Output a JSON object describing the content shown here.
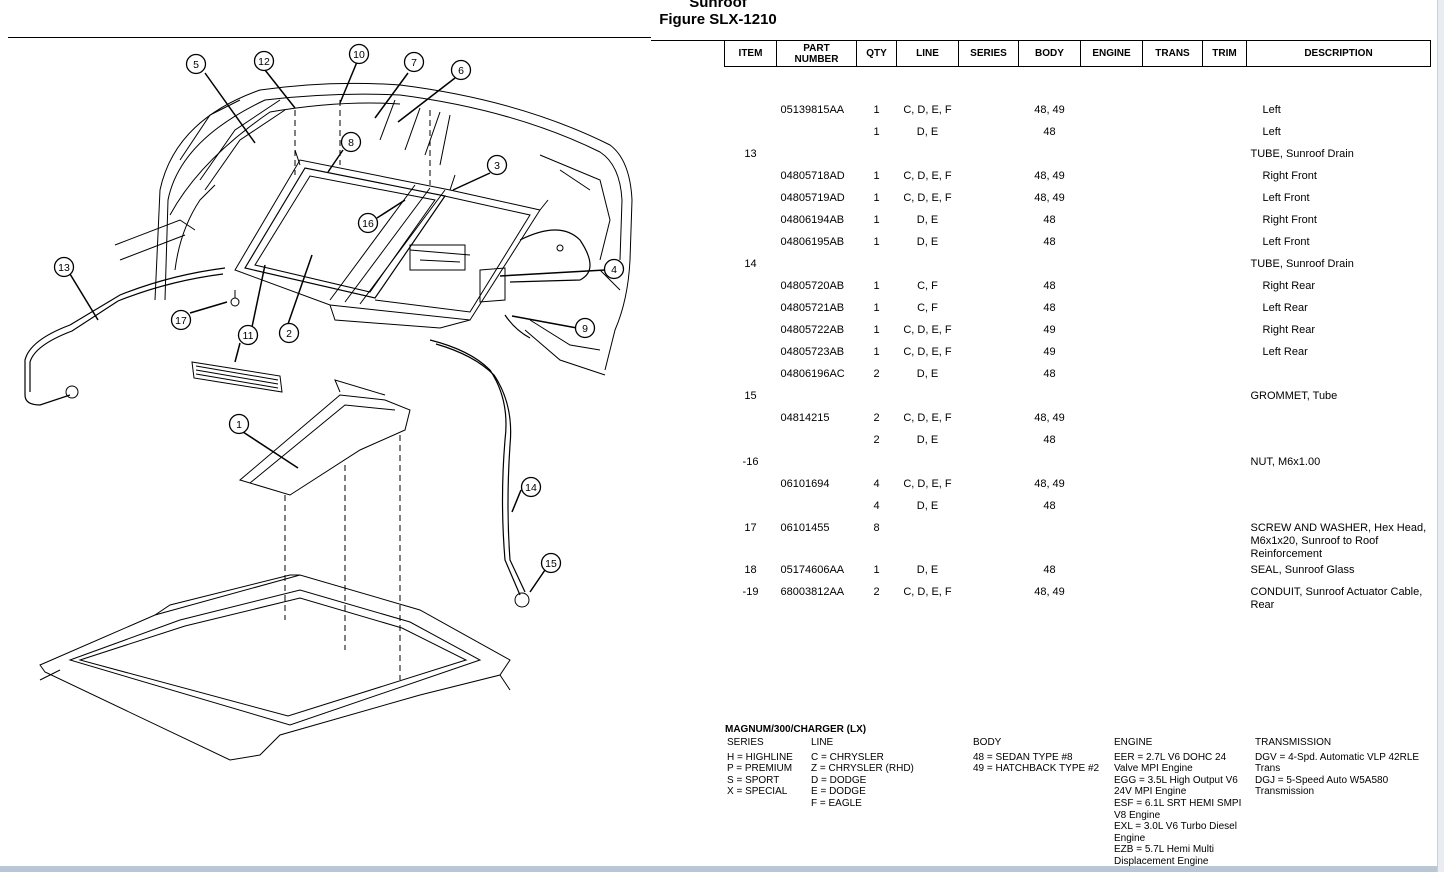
{
  "header": {
    "title": "Sunroof",
    "figure": "Figure SLX-1210"
  },
  "table": {
    "columns": [
      "ITEM",
      "PART NUMBER",
      "QTY",
      "LINE",
      "SERIES",
      "BODY",
      "ENGINE",
      "TRANS",
      "TRIM",
      "DESCRIPTION"
    ],
    "rows": [
      {
        "item": "",
        "part": "05139815AA",
        "qty": "1",
        "line": "C, D, E, F",
        "body": "48, 49",
        "desc": "Left",
        "indent": true
      },
      {
        "item": "",
        "part": "",
        "qty": "1",
        "line": "D, E",
        "body": "48",
        "desc": "Left",
        "indent": true
      },
      {
        "item": "13",
        "part": "",
        "qty": "",
        "line": "",
        "body": "",
        "desc": "TUBE, Sunroof Drain",
        "indent": false
      },
      {
        "item": "",
        "part": "04805718AD",
        "qty": "1",
        "line": "C, D, E, F",
        "body": "48, 49",
        "desc": "Right Front",
        "indent": true
      },
      {
        "item": "",
        "part": "04805719AD",
        "qty": "1",
        "line": "C, D, E, F",
        "body": "48, 49",
        "desc": "Left Front",
        "indent": true
      },
      {
        "item": "",
        "part": "04806194AB",
        "qty": "1",
        "line": "D, E",
        "body": "48",
        "desc": "Right Front",
        "indent": true
      },
      {
        "item": "",
        "part": "04806195AB",
        "qty": "1",
        "line": "D, E",
        "body": "48",
        "desc": "Left Front",
        "indent": true
      },
      {
        "item": "14",
        "part": "",
        "qty": "",
        "line": "",
        "body": "",
        "desc": "TUBE, Sunroof Drain",
        "indent": false
      },
      {
        "item": "",
        "part": "04805720AB",
        "qty": "1",
        "line": "C, F",
        "body": "48",
        "desc": "Right Rear",
        "indent": true
      },
      {
        "item": "",
        "part": "04805721AB",
        "qty": "1",
        "line": "C, F",
        "body": "48",
        "desc": "Left Rear",
        "indent": true
      },
      {
        "item": "",
        "part": "04805722AB",
        "qty": "1",
        "line": "C, D, E, F",
        "body": "49",
        "desc": "Right Rear",
        "indent": true
      },
      {
        "item": "",
        "part": "04805723AB",
        "qty": "1",
        "line": "C, D, E, F",
        "body": "49",
        "desc": "Left Rear",
        "indent": true
      },
      {
        "item": "",
        "part": "04806196AC",
        "qty": "2",
        "line": "D, E",
        "body": "48",
        "desc": "",
        "indent": true
      },
      {
        "item": "15",
        "part": "",
        "qty": "",
        "line": "",
        "body": "",
        "desc": "GROMMET, Tube",
        "indent": false
      },
      {
        "item": "",
        "part": "04814215",
        "qty": "2",
        "line": "C, D, E, F",
        "body": "48, 49",
        "desc": "",
        "indent": true
      },
      {
        "item": "",
        "part": "",
        "qty": "2",
        "line": "D, E",
        "body": "48",
        "desc": "",
        "indent": true
      },
      {
        "item": "-16",
        "part": "",
        "qty": "",
        "line": "",
        "body": "",
        "desc": "NUT, M6x1.00",
        "indent": false
      },
      {
        "item": "",
        "part": "06101694",
        "qty": "4",
        "line": "C, D, E, F",
        "body": "48, 49",
        "desc": "",
        "indent": true
      },
      {
        "item": "",
        "part": "",
        "qty": "4",
        "line": "D, E",
        "body": "48",
        "desc": "",
        "indent": true
      },
      {
        "item": "17",
        "part": "06101455",
        "qty": "8",
        "line": "",
        "body": "",
        "desc": "SCREW AND WASHER, Hex Head, M6x1x20, Sunroof to Roof Reinforcement",
        "indent": false
      },
      {
        "item": "18",
        "part": "05174606AA",
        "qty": "1",
        "line": "D, E",
        "body": "48",
        "desc": "SEAL, Sunroof Glass",
        "indent": false
      },
      {
        "item": "-19",
        "part": "68003812AA",
        "qty": "2",
        "line": "C, D, E, F",
        "body": "48, 49",
        "desc": "CONDUIT, Sunroof Actuator Cable, Rear",
        "indent": false
      }
    ]
  },
  "legend": {
    "model": "MAGNUM/300/CHARGER (LX)",
    "series_header": "SERIES",
    "series": [
      "H = HIGHLINE",
      "P = PREMIUM",
      "S = SPORT",
      "X = SPECIAL"
    ],
    "line_header": "LINE",
    "line": [
      "C = CHRYSLER",
      "Z = CHRYSLER (RHD)",
      "D = DODGE",
      "E = DODGE",
      "F = EAGLE"
    ],
    "body_header": "BODY",
    "body": [
      "48 = SEDAN TYPE #8",
      "49 = HATCHBACK TYPE #2"
    ],
    "engine_header": "ENGINE",
    "engine": [
      "EER = 2.7L V6 DOHC 24",
      "Valve MPI Engine",
      "EGG = 3.5L High Output V6",
      "24V MPI Engine",
      "ESF = 6.1L SRT HEMI SMPI",
      "V8 Engine",
      "EXL = 3.0L V6 Turbo Diesel",
      "Engine",
      "EZB = 5.7L Hemi Multi",
      "Displacement Engine"
    ],
    "trans_header": "TRANSMISSION",
    "trans": [
      "DGV = 4-Spd. Automatic VLP 42RLE",
      "Trans",
      "DGJ = 5-Speed Auto W5A580",
      "Transmission"
    ]
  },
  "callouts": [
    "1",
    "2",
    "3",
    "4",
    "5",
    "6",
    "7",
    "8",
    "9",
    "10",
    "11",
    "12",
    "13",
    "14",
    "15",
    "16",
    "17"
  ]
}
